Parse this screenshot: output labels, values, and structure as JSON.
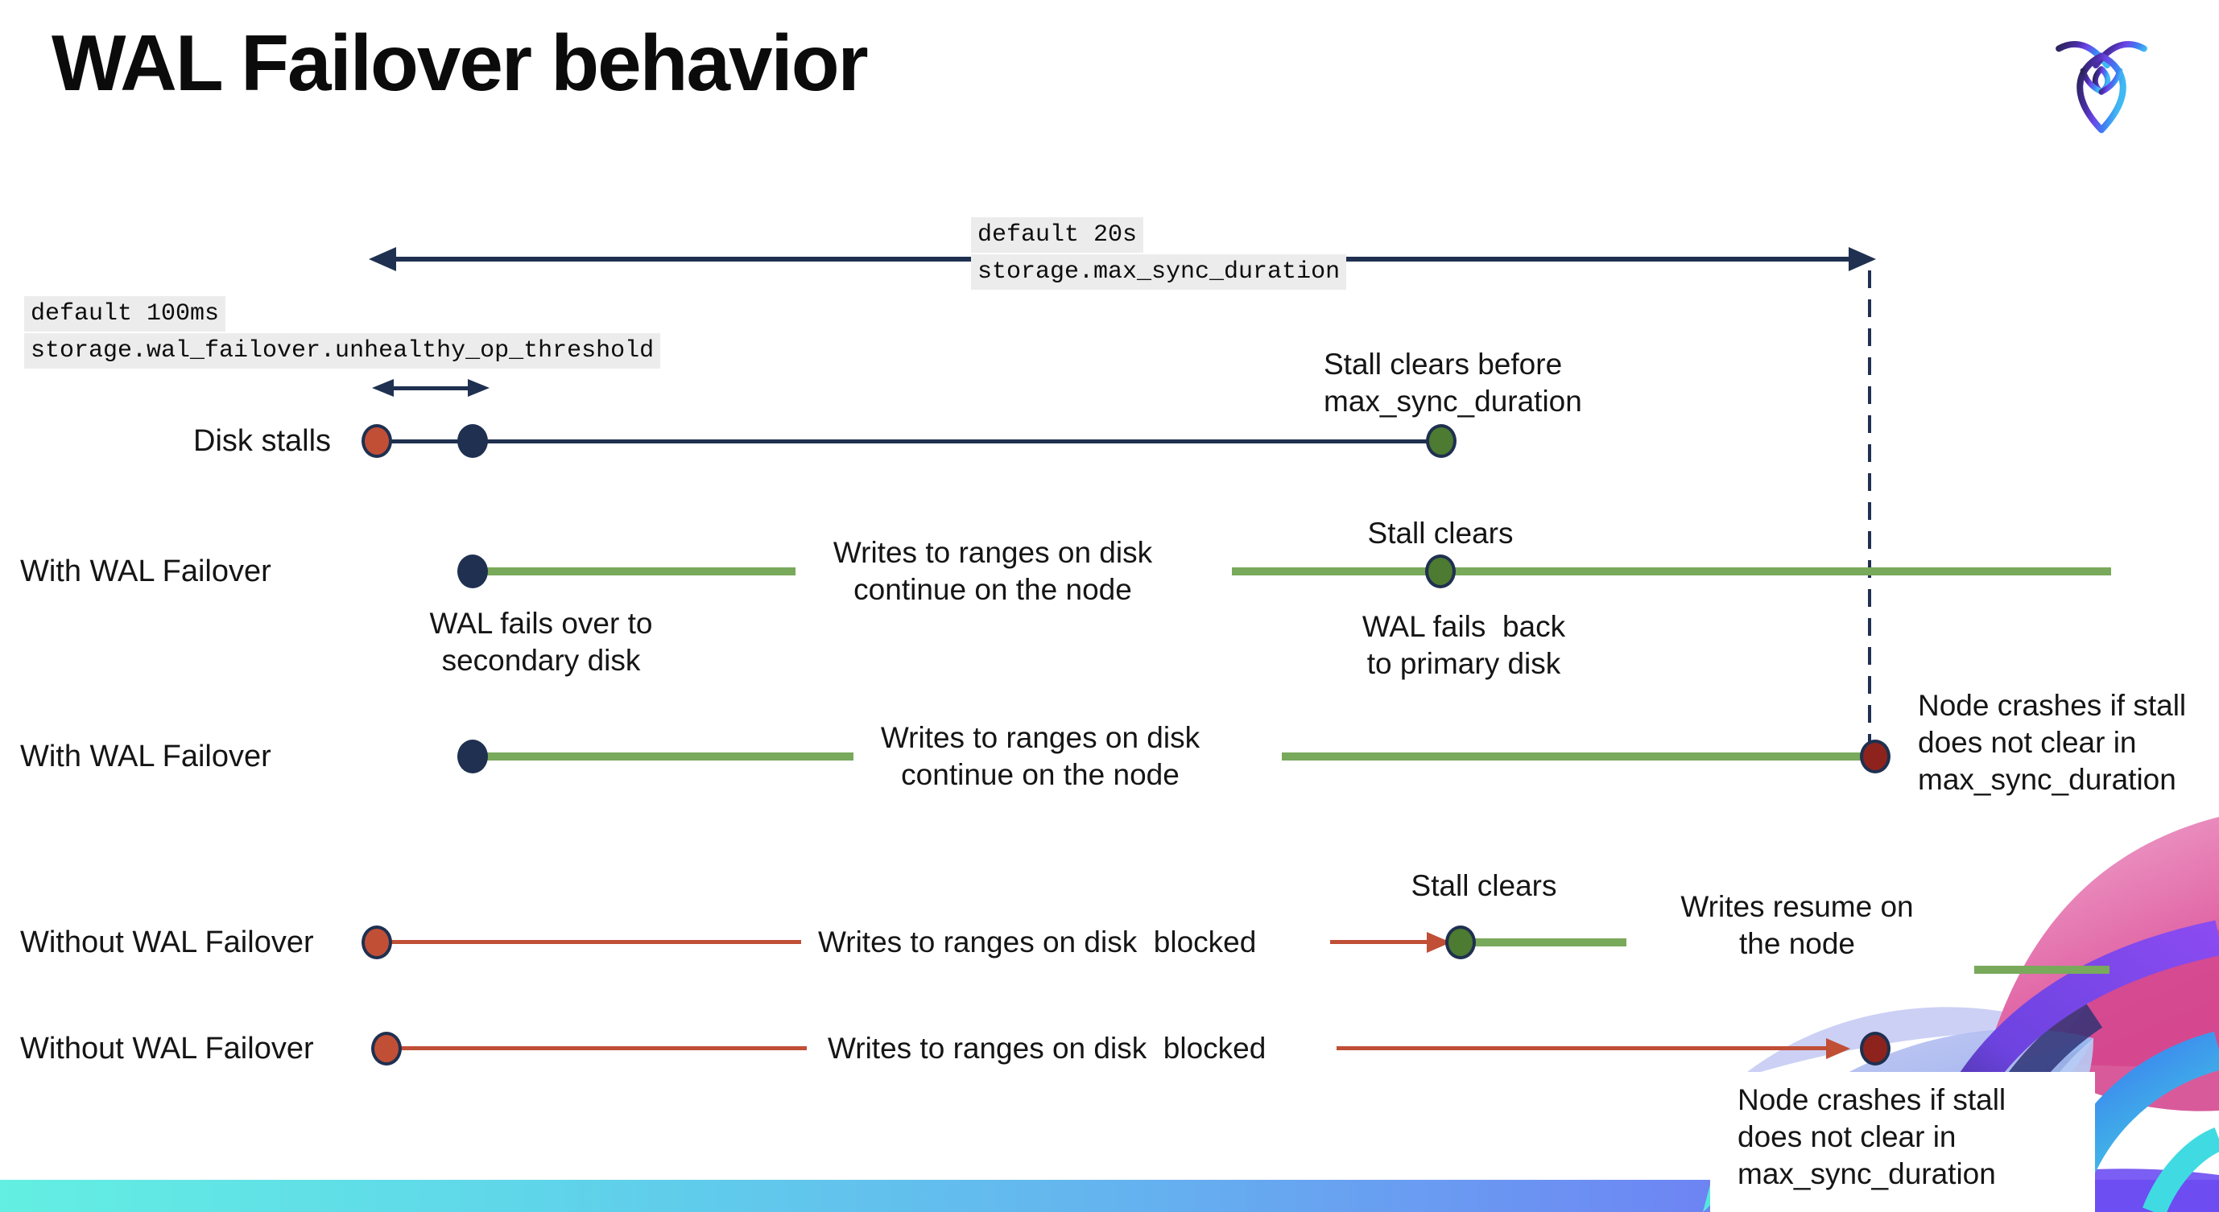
{
  "title": "WAL Failover behavior",
  "logo": {
    "name": "cockroachdb-logo"
  },
  "settings_labels": {
    "max_sync_duration": {
      "default": "default 20s",
      "setting": "storage.max_sync_duration"
    },
    "unhealthy_op_threshold": {
      "default": "default 100ms",
      "setting": "storage.wal_failover.unhealthy_op_threshold"
    }
  },
  "rows": {
    "disk_stalls": {
      "label": "Disk stalls",
      "stall_clears": "Stall clears before\nmax_sync_duration"
    },
    "with_wal_failover_1": {
      "label": "With WAL Failover",
      "failover": "WAL fails over to\nsecondary disk",
      "writes": "Writes to ranges on disk\ncontinue on the node",
      "stall_clears": "Stall clears",
      "failback": "WAL fails  back\nto primary disk"
    },
    "with_wal_failover_2": {
      "label": "With WAL Failover",
      "writes": "Writes to ranges on disk\ncontinue on the node",
      "crash": "Node crashes if stall\ndoes not clear in\nmax_sync_duration"
    },
    "without_wal_failover_1": {
      "label": "Without WAL Failover",
      "writes": "Writes to ranges on disk  blocked",
      "stall_clears": "Stall clears",
      "resume": "Writes resume on\nthe node"
    },
    "without_wal_failover_2": {
      "label": "Without WAL Failover",
      "writes": "Writes to ranges on disk  blocked",
      "crash": "Node crashes if stall\ndoes not clear in\nmax_sync_duration"
    }
  },
  "colors": {
    "navy": "#1f3050",
    "green_line": "#79a95b",
    "green_dot": "#4c7b31",
    "red": "#c04f36",
    "dark_red": "#8e231d",
    "setting_label_bg": "#ececec",
    "bar_gradient": [
      "#63efe2",
      "#5fd4ea",
      "#64b4ef",
      "#7452f2"
    ]
  }
}
